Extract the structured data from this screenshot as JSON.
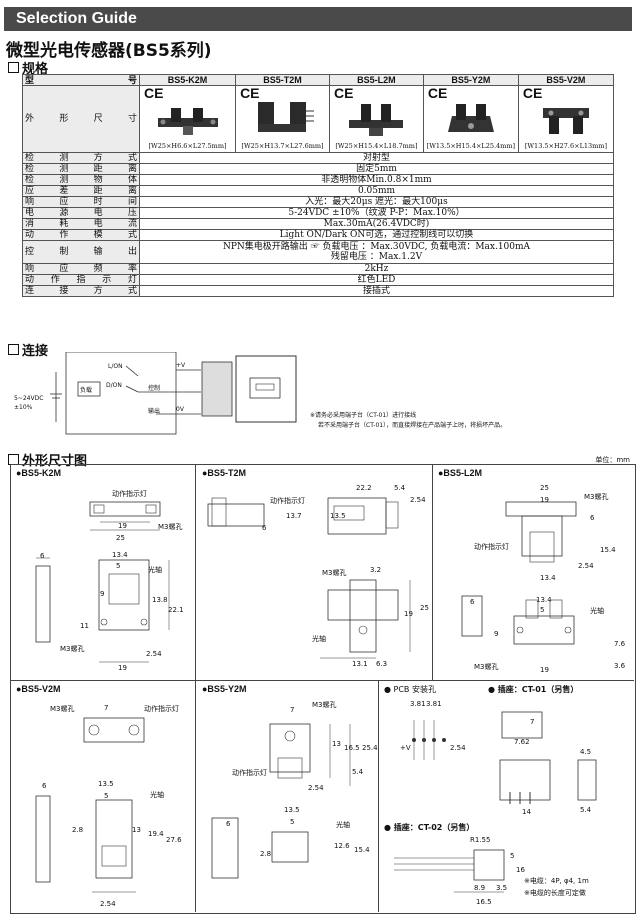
{
  "banner": {
    "title": "Selection Guide"
  },
  "page_title": "微型光电传感器(BS5系列)",
  "sections": {
    "spec": "规格",
    "wiring": "连接",
    "dimensions": "外形尺寸图"
  },
  "spec_table": {
    "header_label": [
      "型",
      "号"
    ],
    "models": [
      "BS5-K2M",
      "BS5-T2M",
      "BS5-L2M",
      "BS5-Y2M",
      "BS5-V2M"
    ],
    "appearance_label": [
      "外",
      "形",
      "尺",
      "寸"
    ],
    "ce_mark": "CE",
    "sizes": [
      "[W25×H6.6×L27.5mm]",
      "[W25×H13.7×L27.6mm]",
      "[W25×H15.4×L18.7mm]",
      "[W13.5×H15.4×L25.4mm]",
      "[W13.5×H27.6×L13mm]"
    ],
    "rows": [
      {
        "label": [
          "检",
          "测",
          "方",
          "式"
        ],
        "value": "对射型"
      },
      {
        "label": [
          "检",
          "测",
          "距",
          "离"
        ],
        "value": "固定5mm"
      },
      {
        "label": [
          "检",
          "测",
          "物",
          "体"
        ],
        "value": "非透明物体Min.0.8×1mm"
      },
      {
        "label": [
          "应",
          "差",
          "距",
          "离"
        ],
        "value": "0.05mm"
      },
      {
        "label": [
          "响",
          "应",
          "时",
          "间"
        ],
        "value": "入光：最大20μs  遮光：最大100μs"
      },
      {
        "label": [
          "电",
          "源",
          "电",
          "压"
        ],
        "value": "5-24VDC ±10%（纹波 P-P：Max.10%）"
      },
      {
        "label": [
          "消",
          "耗",
          "电",
          "流"
        ],
        "value": "Max.30mA(26.4VDC时)"
      },
      {
        "label": [
          "动",
          "作",
          "模",
          "式"
        ],
        "value": "Light ON/Dark ON可选，通过控制线可以切换"
      },
      {
        "label": [
          "控",
          "制",
          "输",
          "出"
        ],
        "value_a": "NPN集电极开路输出",
        "value_b": "负载电压 ：Max.30VDC,     负载电流：Max.100mA",
        "value_c": "残留电压 ：Max.1.2V"
      },
      {
        "label": [
          "响",
          "应",
          "频",
          "率"
        ],
        "value": "2kHz"
      },
      {
        "label": [
          "动",
          "作",
          "指",
          "示",
          "灯"
        ],
        "value": "红色LED"
      },
      {
        "label": [
          "连",
          "接",
          "方",
          "式"
        ],
        "value": "接插式"
      }
    ]
  },
  "wiring": {
    "supply": "5~24VDC",
    "tolerance": "±10%",
    "load": "负载",
    "lon": "L/ON",
    "don": "D/ON",
    "control": "控制",
    "output": "输出",
    "plus_v": "+V",
    "zero_v": "0V",
    "note_1": "※请务必采用端子台（CT-01）进行接线",
    "note_2": "若不采用端子台（CT-01），而直接焊接在产品端子上时，将损坏产品。"
  },
  "dimensions": {
    "unit": "单位：mm",
    "k2m": {
      "title": "●BS5-K2M",
      "led": "动作指示灯",
      "m3": "M3螺孔",
      "axis": "光轴",
      "m3b": "M3螺孔",
      "d25": "25",
      "d19": "19",
      "d134": "13.4",
      "d5": "5",
      "d6": "6",
      "d254": "2.54",
      "d221": "22.1",
      "d138": "13.8",
      "d9": "9",
      "d11": "11",
      "d19b": "19"
    },
    "t2m": {
      "title": "●BS5-T2M",
      "led": "动作指示灯",
      "m3": "M3螺孔",
      "axis": "光轴",
      "d222": "22.2",
      "d54": "5.4",
      "d254": "2.54",
      "d137": "13.7",
      "d135": "13.5",
      "d6": "6",
      "d32": "3.2",
      "d25": "25",
      "d19": "19",
      "d131": "13.1",
      "d63": "6.3"
    },
    "l2m": {
      "title": "●BS5-L2M",
      "led": "动作指示灯",
      "m3": "M3螺孔",
      "axis": "光轴",
      "m3b": "M3螺孔",
      "d25": "25",
      "d19": "19",
      "d134": "13.4",
      "d254": "2.54",
      "d5": "5",
      "d6": "6",
      "d154": "15.4",
      "d9": "9",
      "d76": "7.6",
      "d36": "3.6"
    },
    "v2m": {
      "title": "●BS5-V2M",
      "m3": "M3螺孔",
      "led": "动作指示灯",
      "axis": "光轴",
      "d7": "7",
      "d135": "13.5",
      "d5": "5",
      "d6": "6",
      "d276": "27.6",
      "d194": "19.4",
      "d13": "13",
      "d28": "2.8",
      "d254": "2.54"
    },
    "y2m": {
      "title": "●BS5-Y2M",
      "m3": "M3螺孔",
      "led": "动作指示灯",
      "axis": "光轴",
      "d7": "7",
      "d135": "13.5",
      "d254a": "25.4",
      "d165": "16.5",
      "d13": "13",
      "d54": "5.4",
      "d254": "2.54",
      "d6": "6",
      "d5": "5",
      "d154": "15.4",
      "d126": "12.6",
      "d28": "2.8"
    },
    "pcb": {
      "title": "● PCB 安装孔",
      "d381a": "3.81",
      "d381b": "3.81",
      "d254": "2.54",
      "plus_v": "+V"
    },
    "ct01": {
      "title": "● 插座：CT-01（另售）",
      "d7": "7",
      "d762": "7.62",
      "d45": "4.5",
      "d14": "14",
      "d54": "5.4"
    },
    "ct02": {
      "title": "● 插座：CT-02（另售）",
      "r": "R1.55",
      "d5": "5",
      "d16": "16",
      "d89": "8.9",
      "d35": "3.5",
      "d165": "16.5",
      "note_1": "※电缆：4P, φ4, 1m",
      "note_2": "※电缆的长度可定做"
    }
  }
}
